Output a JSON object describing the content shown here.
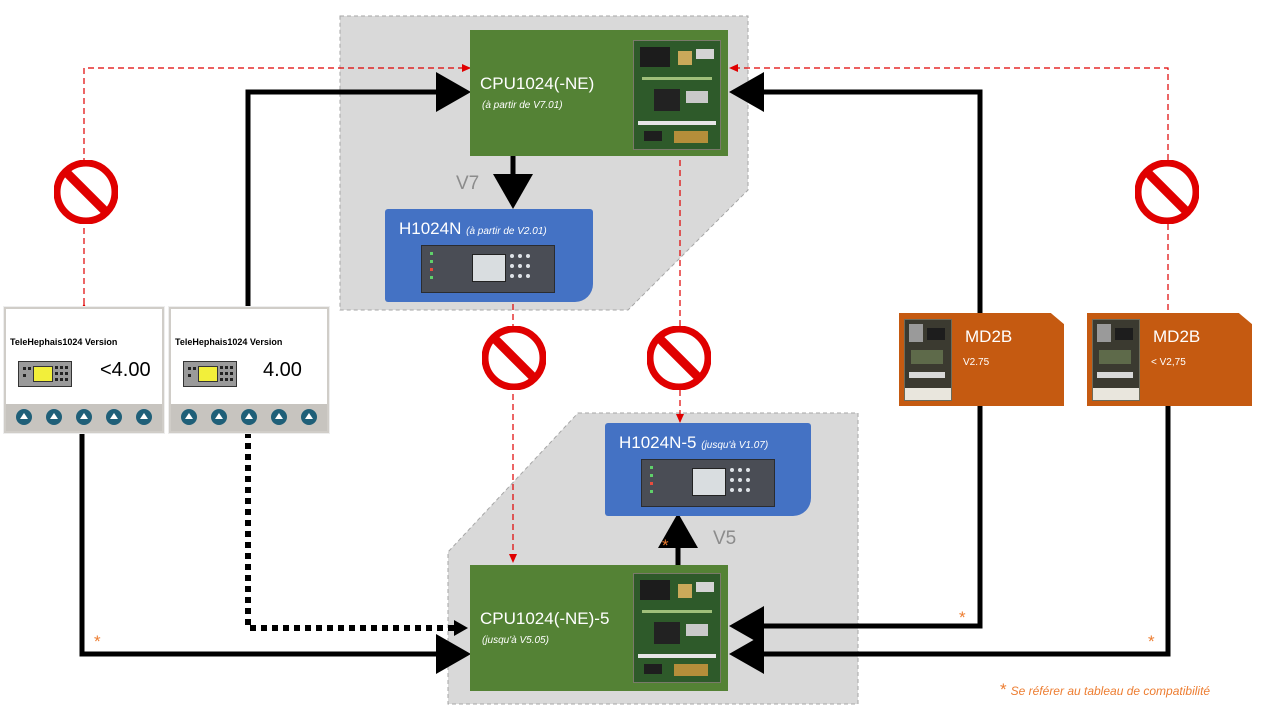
{
  "nodes": {
    "cpu_v7": {
      "title": "CPU1024(-NE)",
      "subtitle": "(à partir de V7.01)"
    },
    "h1024n": {
      "title": "H1024N",
      "subtitle": "(à partir de V2.01)"
    },
    "h1024n5": {
      "title": "H1024N-5",
      "subtitle": "(jusqu'à V1.07)"
    },
    "cpu_v5": {
      "title": "CPU1024(-NE)-5",
      "subtitle": "(jusqu'à V5.05)"
    },
    "md2b_a": {
      "title": "MD2B",
      "subtitle": "V2.75"
    },
    "md2b_b": {
      "title": "MD2B",
      "subtitle": "< V2,75"
    },
    "tele_old": {
      "title": "TeleHephais1024 Version",
      "version": "<4.00"
    },
    "tele_new": {
      "title": "TeleHephais1024 Version",
      "version": "4.00"
    }
  },
  "zones": {
    "v7_label": "V7",
    "v5_label": "V5"
  },
  "footnote": {
    "asterisk": "*",
    "text": "Se référer au tableau de compatibilité"
  },
  "colors": {
    "cpu_green": "#548235",
    "h_blue": "#4472c4",
    "md2b_orange": "#c55a11",
    "forbidden_red": "#e00000",
    "star_orange": "#ed7d31",
    "zone_gray": "#d9d9d9"
  },
  "icons": {
    "forbidden": "no-entry-icon",
    "button": "up-arrow-button-icon",
    "star": "asterisk-icon"
  }
}
